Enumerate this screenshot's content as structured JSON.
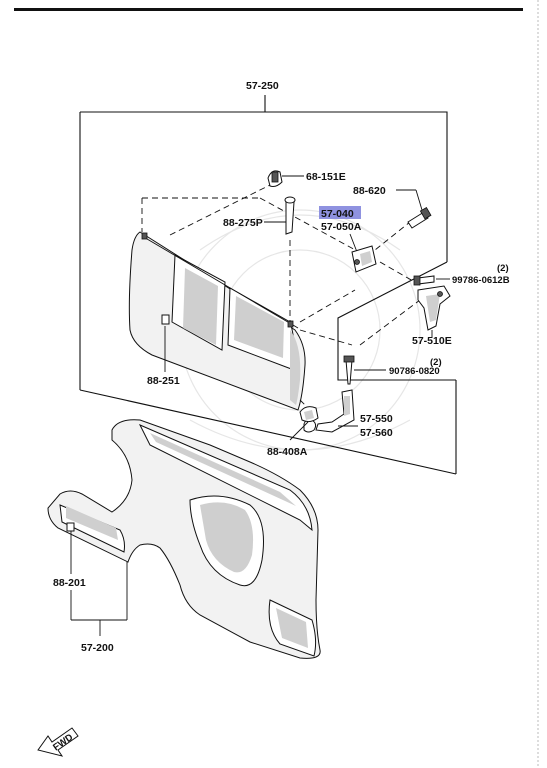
{
  "callouts": {
    "assembly_top": "57-250",
    "clip_top": "68-151E",
    "bolt_top_right": "88-620",
    "highlighted_part": "57-040",
    "hinge_part": "57-050A",
    "rod_part": "88-275P",
    "bolt_right_qty": "(2)",
    "bolt_right": "99786-0612B",
    "bracket_right": "57-510E",
    "screw_qty": "(2)",
    "screw_right": "90786-0820",
    "hook_upper": "57-550",
    "hook_lower": "57-560",
    "clip_left": "88-251",
    "bumper": "88-408A",
    "clip_bottom": "88-201",
    "assembly_bottom": "57-200"
  },
  "fwd_label": "FWD",
  "colors": {
    "highlight": "#8f92e0",
    "ink": "#111111"
  }
}
